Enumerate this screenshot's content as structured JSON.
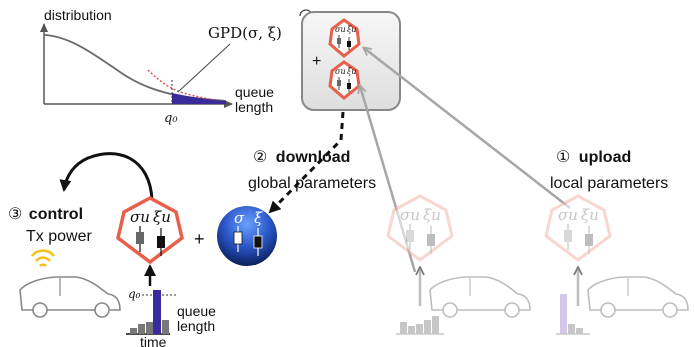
{
  "colors": {
    "hex_stroke": "#e8604a",
    "hex_faded": "#f3b5aa",
    "gpd_fill": "#3a2a9a",
    "sphere_top": "#3a6fd8",
    "sphere_bottom": "#0a1f5c",
    "bar_dark": "#3a2aa0",
    "bar_faded_purple": "#b49ad6",
    "server_fill": "#ececec",
    "wifi": "#f2c21b",
    "arrow_gray": "#a6a6a6"
  },
  "plot": {
    "ylabel": "distribution",
    "xlabel_line1": "queue",
    "xlabel_line2": "length",
    "threshold": "q₀",
    "gpd_label": "GPD(σ, ξ)"
  },
  "steps": {
    "control": {
      "number": "③",
      "title": "control",
      "subtitle": "Tx power"
    },
    "download": {
      "number": "②",
      "title": "download",
      "subtitle": "global parameters"
    },
    "upload": {
      "number": "①",
      "title": "upload",
      "subtitle": "local parameters"
    }
  },
  "params": {
    "sigma_u": "σu",
    "xi_u": "ξu",
    "sigma": "σ",
    "xi": "ξ"
  },
  "operators": {
    "plus": "+"
  },
  "queue_hist": {
    "threshold": "q₀",
    "ylabel_line1": "queue",
    "ylabel_line2": "length",
    "xlabel": "time"
  },
  "icons": [
    "refresh-icon",
    "wifi-icon",
    "car-icon"
  ]
}
